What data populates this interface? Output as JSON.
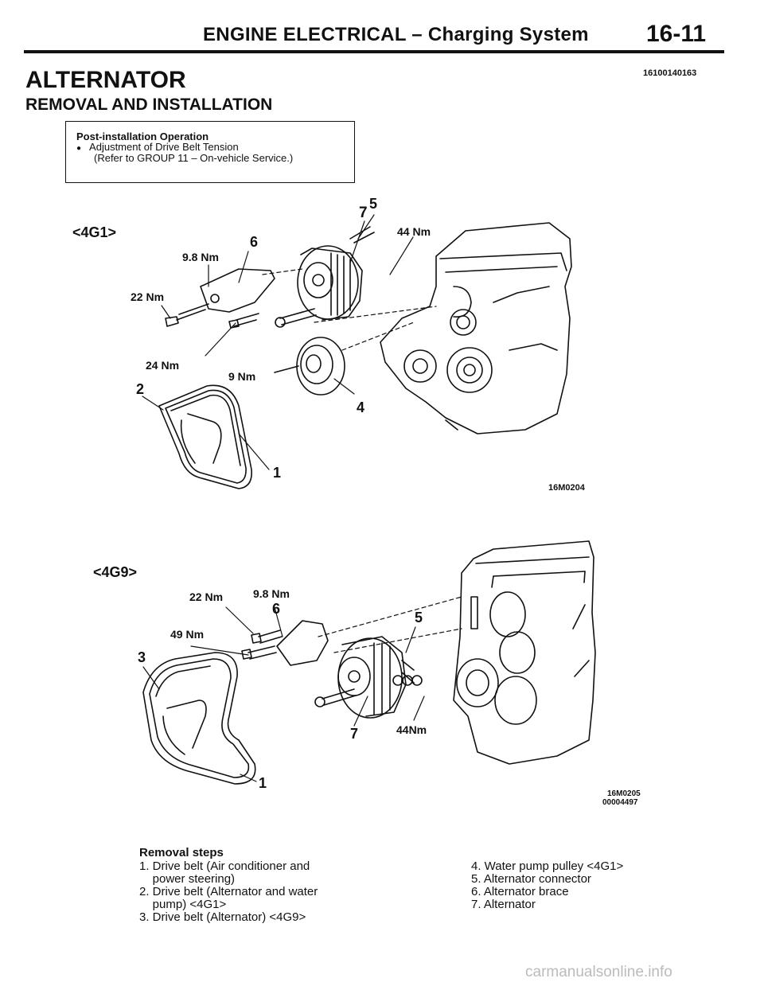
{
  "header": {
    "title": "ENGINE ELECTRICAL – Charging System",
    "page": "16-11"
  },
  "section": {
    "title": "ALTERNATOR",
    "code": "16100140163",
    "subtitle": "REMOVAL AND INSTALLATION"
  },
  "post_install_box": {
    "heading": "Post-installation Operation",
    "bullet": "●",
    "item": "Adjustment of Drive Belt Tension",
    "note": "(Refer to GROUP 11 – On-vehicle Service.)"
  },
  "figure_4g1": {
    "variant": "<4G1>",
    "code": "16M0204",
    "labels": {
      "n7": "7",
      "n5": "5",
      "n6": "6",
      "n4": "4",
      "n2": "2",
      "n1": "1",
      "t44": "44 Nm",
      "t98": "9.8 Nm",
      "t22": "22 Nm",
      "t24": "24 Nm",
      "t9": "9 Nm"
    }
  },
  "figure_4g9": {
    "variant": "<4G9>",
    "code": "16M0205",
    "code2": "00004497",
    "labels": {
      "t22": "22 Nm",
      "t98": "9.8 Nm",
      "n6": "6",
      "t49": "49 Nm",
      "n5": "5",
      "n3": "3",
      "n7": "7",
      "t44": "44Nm",
      "n1": "1"
    }
  },
  "removal": {
    "heading": "Removal steps",
    "left": [
      "1. Drive belt (Air conditioner and",
      "    power steering)",
      "2. Drive belt (Alternator and water",
      "    pump) <4G1>",
      "3. Drive belt (Alternator) <4G9>"
    ],
    "right": [
      "4. Water pump pulley <4G1>",
      "5. Alternator connector",
      "6. Alternator brace",
      "7. Alternator"
    ]
  },
  "footer": {
    "watermark": "carmanualsonline.info"
  }
}
